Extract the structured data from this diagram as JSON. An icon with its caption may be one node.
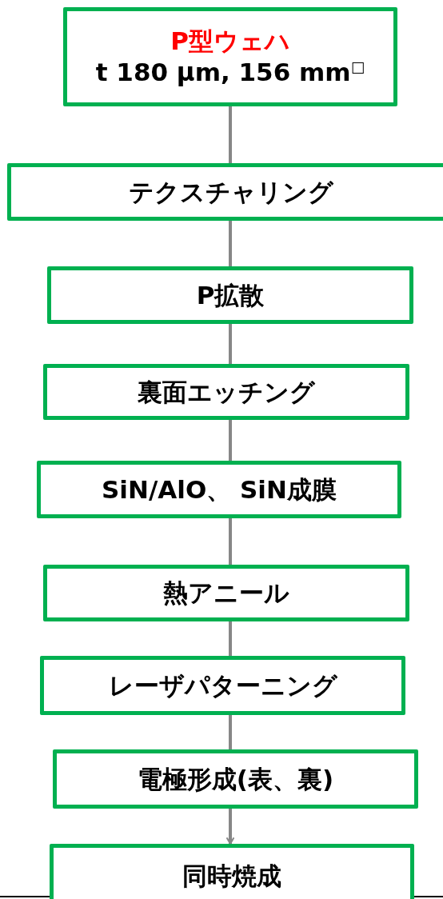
{
  "diagram": {
    "nodes": [
      {
        "text": [
          "P型ウェハ",
          "t 180 μm, 156 mm$^{□}$"
        ]
      },
      {
        "text": [
          "テクスチャリング"
        ]
      },
      {
        "text": [
          "P拡散"
        ]
      },
      {
        "text": [
          "裏面エッチング"
        ]
      },
      {
        "text": [
          "SiN/AlO、 SiN成膜"
        ]
      },
      {
        "text": [
          "熱アニール"
        ]
      },
      {
        "text": [
          "レーザパターニング"
        ]
      },
      {
        "text": [
          "電極形成(表、裏)"
        ]
      },
      {
        "text": [
          "同時焼成"
        ]
      }
    ],
    "edges": [
      {
        "from": 0,
        "to": 1,
        "arrow": "none"
      },
      {
        "from": 1,
        "to": 2,
        "arrow": "none"
      },
      {
        "from": 2,
        "to": 3,
        "arrow": "none"
      },
      {
        "from": 3,
        "to": 4,
        "arrow": "none"
      },
      {
        "from": 4,
        "to": 5,
        "arrow": "none"
      },
      {
        "from": 5,
        "to": 6,
        "arrow": "none"
      },
      {
        "from": 6,
        "to": 7,
        "arrow": "none"
      },
      {
        "from": 7,
        "to": 8,
        "arrow": "to"
      }
    ]
  }
}
